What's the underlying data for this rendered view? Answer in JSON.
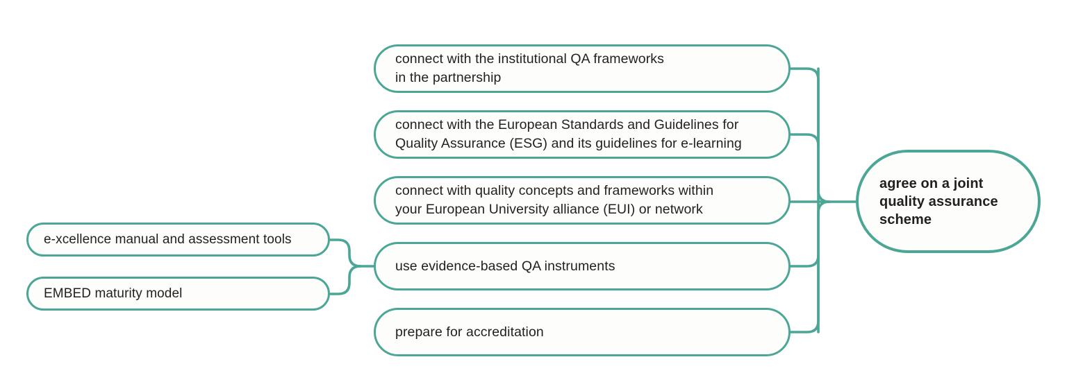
{
  "diagram": {
    "type": "mind-map",
    "accent_color": "#4ca696",
    "text_color": "#231f20",
    "background_color": "#ffffff",
    "node_fill": "#fdfdfb"
  },
  "left_branch": {
    "items": [
      {
        "id": "e-xcellence",
        "label": "e-xcellence manual and assessment tools"
      },
      {
        "id": "embed",
        "label": "EMBED maturity model"
      }
    ]
  },
  "middle_branch": {
    "items": [
      {
        "id": "institutional-qa",
        "label": "connect with the institutional QA frameworks\nin the partnership"
      },
      {
        "id": "esg",
        "label": "connect with the European Standards and Guidelines for\nQuality Assurance (ESG) and its guidelines for e-learning"
      },
      {
        "id": "eui-alliance",
        "label": "connect with quality concepts and frameworks within\nyour European University alliance (EUI) or network"
      },
      {
        "id": "evidence-based",
        "label": "use evidence-based QA instruments"
      },
      {
        "id": "accreditation",
        "label": "prepare for accreditation"
      }
    ]
  },
  "outcome": {
    "id": "joint-qa-scheme",
    "label": "agree on a joint\nquality assurance\nscheme"
  }
}
